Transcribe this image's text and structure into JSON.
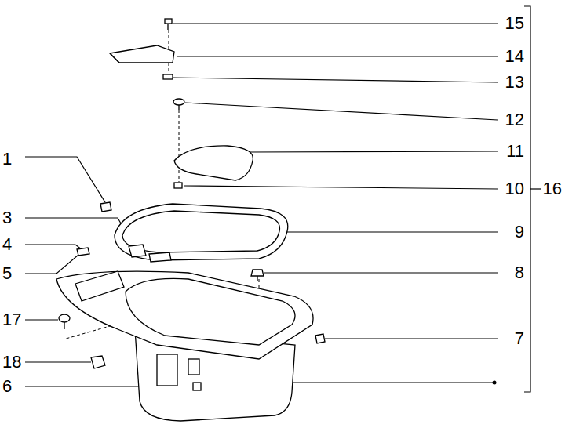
{
  "diagram": {
    "labels": [
      "15",
      "14",
      "13",
      "12",
      "1",
      "11",
      "10",
      "16",
      "3",
      "9",
      "4",
      "5",
      "8",
      "17",
      "7",
      "18",
      "6"
    ]
  }
}
